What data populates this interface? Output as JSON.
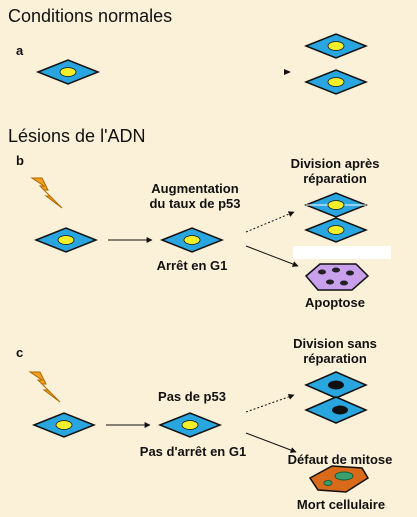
{
  "sections": {
    "normal": {
      "title": "Conditions normales",
      "tag": "a"
    },
    "dna_damage": {
      "title": "Lésions de l'ADN"
    },
    "b": {
      "tag": "b",
      "p53_increase": "Augmentation\ndu taux de p53",
      "g1_arrest": "Arrêt en G1",
      "division_after_repair": "Division après\nréparation",
      "apoptosis": "Apoptose"
    },
    "c": {
      "tag": "c",
      "no_p53": "Pas de p53",
      "no_g1_arrest": "Pas d'arrêt en G1",
      "division_without_repair": "Division sans\nréparation",
      "mitosis_defect": "Défaut de mitose",
      "cell_death": "Mort cellulaire"
    }
  },
  "colors": {
    "background": "#fbf0d8",
    "cell": "#29a6e0",
    "nucleus_normal": "#f5ee2a",
    "nucleus_mutant": "#101010",
    "apoptotic_cell": "#c8a0ec",
    "dead_cell": "#d86a1a",
    "lightning": "#f0a020"
  }
}
